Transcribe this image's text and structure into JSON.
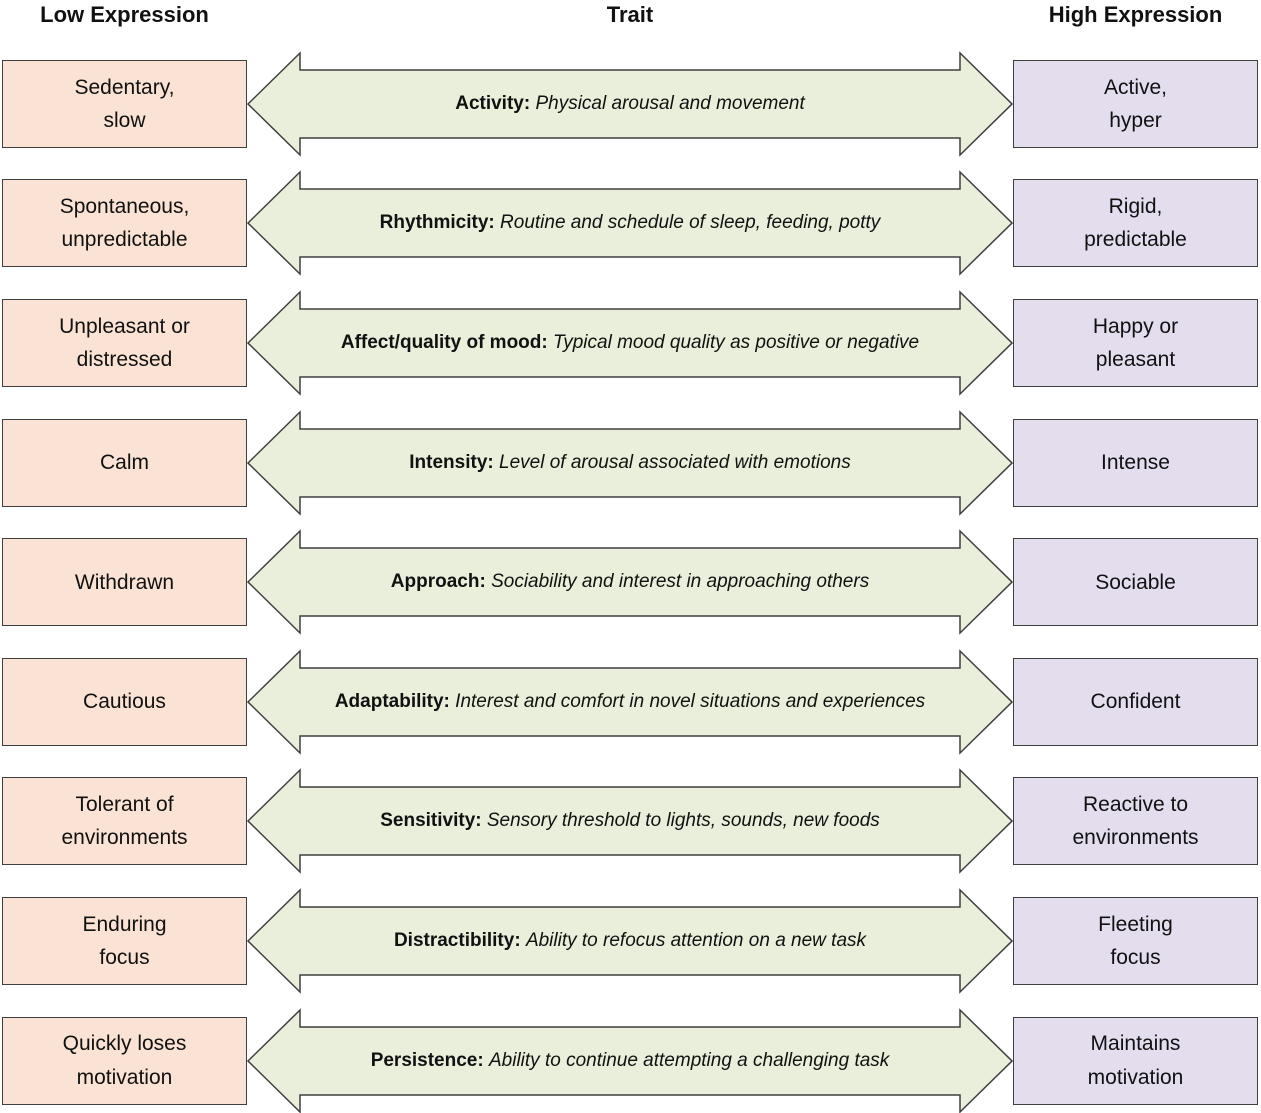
{
  "headers": {
    "low": "Low Expression",
    "trait": "Trait",
    "high": "High Expression"
  },
  "colors": {
    "low_box_fill": "#fae3d4",
    "high_box_fill": "#e3dded",
    "arrow_fill": "#e9efdb",
    "border": "#3f3f3f",
    "text": "#111111"
  },
  "rows": [
    {
      "low": "Sedentary,\nslow",
      "trait_label": "Activity:",
      "description": "Physical arousal and movement",
      "high": "Active,\nhyper"
    },
    {
      "low": "Spontaneous,\nunpredictable",
      "trait_label": "Rhythmicity:",
      "description": "Routine and schedule of sleep, feeding, potty",
      "high": "Rigid,\npredictable"
    },
    {
      "low": "Unpleasant or\ndistressed",
      "trait_label": "Affect/quality of mood:",
      "description": "Typical mood quality as positive or negative",
      "high": "Happy or\npleasant"
    },
    {
      "low": "Calm",
      "trait_label": "Intensity:",
      "description": "Level of arousal associated with emotions",
      "high": "Intense"
    },
    {
      "low": "Withdrawn",
      "trait_label": "Approach:",
      "description": "Sociability and interest in approaching others",
      "high": "Sociable"
    },
    {
      "low": "Cautious",
      "trait_label": "Adaptability:",
      "description": "Interest and comfort in novel situations and experiences",
      "high": "Confident"
    },
    {
      "low": "Tolerant of\nenvironments",
      "trait_label": "Sensitivity:",
      "description": "Sensory threshold to lights, sounds, new foods",
      "high": "Reactive to\nenvironments"
    },
    {
      "low": "Enduring\nfocus",
      "trait_label": "Distractibility:",
      "description": "Ability to refocus attention on a new task",
      "high": "Fleeting\nfocus"
    },
    {
      "low": "Quickly loses\nmotivation",
      "trait_label": "Persistence:",
      "description": "Ability to continue attempting a challenging task",
      "high": "Maintains\nmotivation"
    }
  ]
}
